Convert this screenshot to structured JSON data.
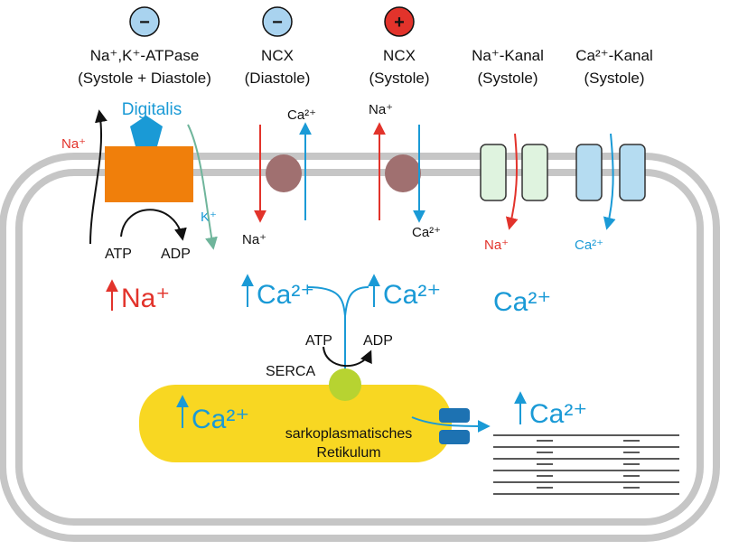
{
  "headers": {
    "atpase": {
      "sign": "−",
      "line1": "Na⁺,K⁺-ATPase",
      "line2": "(Systole + Diastole)"
    },
    "ncx_diastole": {
      "sign": "−",
      "line1": "NCX",
      "line2": "(Diastole)"
    },
    "ncx_systole": {
      "sign": "+",
      "line1": "NCX",
      "line2": "(Systole)"
    },
    "na_channel": {
      "line1": "Na⁺-Kanal",
      "line2": "(Systole)"
    },
    "ca_channel": {
      "line1": "Ca²⁺-Kanal",
      "line2": "(Systole)"
    }
  },
  "pump": {
    "drug": "Digitalis",
    "na_label": "Na⁺",
    "k_label": "K⁺",
    "atp_label": "ATP",
    "adp_label": "ADP"
  },
  "ncx_diastole_labels": {
    "ca": "Ca²⁺",
    "na": "Na⁺"
  },
  "ncx_systole_labels": {
    "na": "Na⁺",
    "ca": "Ca²⁺"
  },
  "channel_labels": {
    "na": "Na⁺",
    "ca": "Ca²⁺"
  },
  "intracellular": {
    "na_up": "Na⁺",
    "ca_up_left": "Ca²⁺",
    "ca_up_right": "Ca²⁺",
    "ca_plain": "Ca²⁺",
    "serca_atp": "ATP",
    "serca_adp": "ADP",
    "serca_label": "SERCA",
    "sr_ca_up": "Ca²⁺",
    "sr_line1": "sarkoplasmatisches",
    "sr_line2": "Retikulum",
    "myo_ca_up": "Ca²⁺"
  },
  "colors": {
    "membrane": "#c6c6c6",
    "pump": "#f07f0b",
    "digitalis": "#1a9ad6",
    "ncx": "#a07070",
    "na_channel": "#dff3df",
    "ca_channel": "#b5dcf1",
    "sr": "#f8d722",
    "serca": "#b7d331",
    "sr_channel": "#1d72b2",
    "ion_red": "#e2332b",
    "ion_blue": "#1a9ad6",
    "k_green": "#6fb59b",
    "inhibit": "#a9d3ef",
    "stimulate": "#e2332b"
  }
}
